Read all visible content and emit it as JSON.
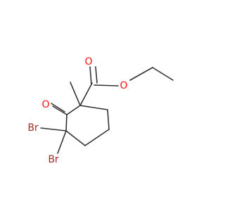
{
  "molecule": {
    "atoms": {
      "o_ester_carbonyl": {
        "symbol": "O",
        "color": "#ff0d0d"
      },
      "o_ester_ether": {
        "symbol": "O",
        "color": "#ff0d0d"
      },
      "o_ketone": {
        "symbol": "O",
        "color": "#ff0d0d"
      },
      "br_upper": {
        "symbol": "Br",
        "color": "#a62929"
      },
      "br_lower": {
        "symbol": "Br",
        "color": "#a62929"
      }
    },
    "bond_color": "#333333"
  }
}
